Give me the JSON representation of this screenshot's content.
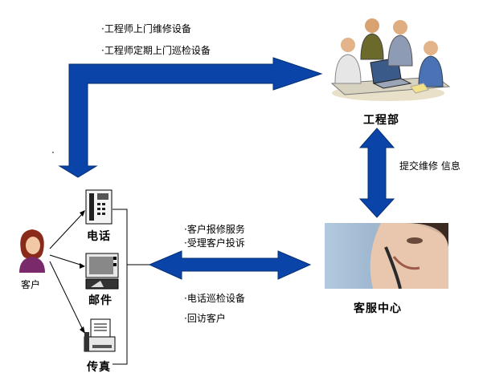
{
  "flow_top": {
    "items": [
      "·工程师上门维修设备",
      "·工程师定期上门巡检设备"
    ]
  },
  "engineering": {
    "label": "工程部"
  },
  "submit": {
    "label": "提交维修 信息"
  },
  "customer_service": {
    "label": "客服中心"
  },
  "flow_middle_upper": {
    "items": [
      "·客户报修服务",
      "·受理客户投诉"
    ]
  },
  "flow_middle_lower": {
    "items": [
      "·电话巡检设备",
      "·回访客户"
    ]
  },
  "customer": {
    "label": "客户"
  },
  "channels": {
    "phone": "电话",
    "mail": "邮件",
    "fax": "传真"
  },
  "colors": {
    "arrow": "#0a44a8",
    "arrow_edge": "#063074"
  },
  "icons": {
    "engineers": "people-meeting-icon",
    "agent": "headset-agent-icon",
    "customer": "woman-avatar-icon",
    "phone": "phone-icon",
    "mail": "mail-icon",
    "fax": "fax-icon"
  }
}
